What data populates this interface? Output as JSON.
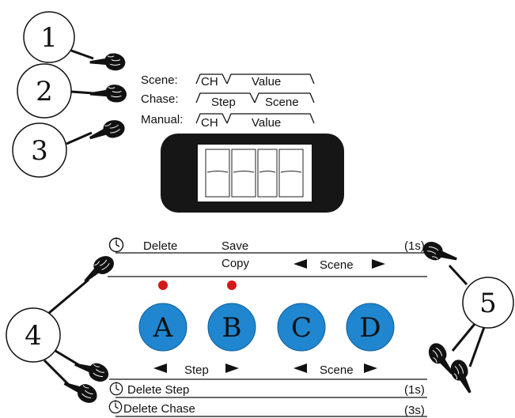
{
  "callouts": {
    "c1": "1",
    "c2": "2",
    "c3": "3",
    "c4": "4",
    "c5": "5"
  },
  "modes": {
    "scene": {
      "label": "Scene:",
      "seg1": "CH",
      "seg2": "Value"
    },
    "chase": {
      "label": "Chase:",
      "seg1": "Step",
      "seg2": "Scene"
    },
    "manual": {
      "label": "Manual:",
      "seg1": "CH",
      "seg2": "Value"
    }
  },
  "top_panel": {
    "delete": "Delete",
    "save": "Save",
    "copy": "Copy",
    "scene": "Scene",
    "hold": "(1s)"
  },
  "buttons": {
    "a": "A",
    "b": "B",
    "c": "C",
    "d": "D"
  },
  "bottom_panel": {
    "step": "Step",
    "scene": "Scene",
    "delete_step": "Delete Step",
    "delete_step_time": "(1s)",
    "delete_chase": "Delete Chase",
    "delete_chase_time": "(3s)"
  },
  "colors": {
    "button_blue": "#1f86cf",
    "led_red": "#d11a1a",
    "display_body": "#161616"
  },
  "icons": [
    "hand-pointer-icon",
    "clock-icon",
    "arrow-left-icon",
    "arrow-right-icon"
  ]
}
